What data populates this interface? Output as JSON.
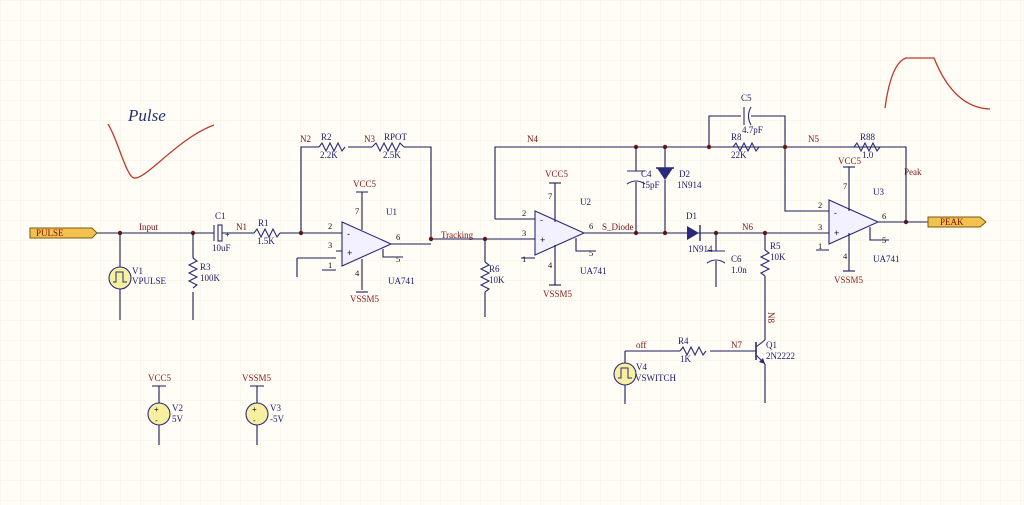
{
  "annotations": {
    "pulse_text": "Pulse"
  },
  "ports": {
    "pulse_in": "PULSE",
    "peak_out": "PEAK"
  },
  "nets": {
    "input": "Input",
    "n1": "N1",
    "n2": "N2",
    "n3": "N3",
    "n4": "N4",
    "n5": "N5",
    "n6": "N6",
    "n7": "N7",
    "n8": "N8",
    "tracking": "Tracking",
    "s_diode": "S_Diode",
    "peak": "Peak",
    "off": "off"
  },
  "components": {
    "r1": {
      "ref": "R1",
      "value": "1.5K"
    },
    "r2": {
      "ref": "R2",
      "value": "2.2K"
    },
    "rpot": {
      "ref": "RPOT",
      "value": "2.5K"
    },
    "r3": {
      "ref": "R3",
      "value": "100K"
    },
    "r4": {
      "ref": "R4",
      "value": "1K"
    },
    "r5": {
      "ref": "R5",
      "value": "10K"
    },
    "r6": {
      "ref": "R6",
      "value": "10K"
    },
    "r8": {
      "ref": "R8",
      "value": "22K"
    },
    "r88": {
      "ref": "R88",
      "value": "1.0"
    },
    "c1": {
      "ref": "C1",
      "value": "10uF"
    },
    "c4": {
      "ref": "C4",
      "value": "15pF"
    },
    "c5": {
      "ref": "C5",
      "value": "4.7pF"
    },
    "c6": {
      "ref": "C6",
      "value": "1.0n"
    },
    "d1": {
      "ref": "D1",
      "value": "1N914"
    },
    "d2": {
      "ref": "D2",
      "value": "1N914"
    },
    "q1": {
      "ref": "Q1",
      "value": "2N2222"
    },
    "u1": {
      "ref": "U1",
      "value": "UA741"
    },
    "u2": {
      "ref": "U2",
      "value": "UA741"
    },
    "u3": {
      "ref": "U3",
      "value": "UA741"
    },
    "v1": {
      "ref": "V1",
      "value": "VPULSE"
    },
    "v2": {
      "ref": "V2",
      "value": "5V"
    },
    "v3": {
      "ref": "V3",
      "value": "-5V"
    },
    "v4": {
      "ref": "V4",
      "value": "VSWITCH"
    }
  },
  "power": {
    "vcc": "VCC5",
    "vss": "VSSM5"
  },
  "pins": {
    "p1": "1",
    "p2": "2",
    "p3": "3",
    "p4": "4",
    "p5": "5",
    "p6": "6",
    "p7": "7"
  },
  "signs": {
    "minus": "-",
    "plus": "+"
  }
}
